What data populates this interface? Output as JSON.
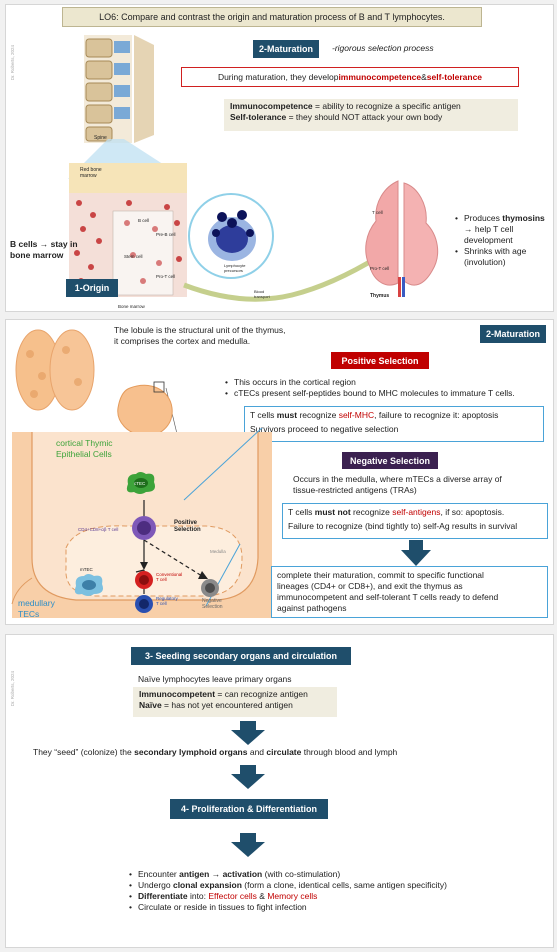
{
  "slide1": {
    "header": "LO6: Compare and contrast the origin and maturation process of B and T lymphocytes.",
    "watermark": "Dr. Roberts, 2024",
    "maturation_title": "2-Maturation",
    "maturation_subtitle": "-rigorous selection process",
    "during_pre": "During maturation, they develop ",
    "during_immuno": "immunocompetence",
    "during_amp": " & ",
    "during_self": "self-tolerance",
    "def1_term": "Immunocompetence",
    "def1_rest": " = ability to recognize a specific antigen",
    "def2_term": "Self-tolerance",
    "def2_rest": " = they should NOT attack your own body",
    "spine_label": "Spine",
    "red_marrow_label": "Red bone marrow",
    "bone_marrow_label": "Bone marrow",
    "marrow_small_labels": [
      "B cell",
      "Pre-B cell",
      "Stem cell",
      "Pro-T cell"
    ],
    "lymphocyte_label": "Lymphocyte precursors",
    "blood_label": "Blood transport",
    "tcell_label": "T cell",
    "protcell_label": "Pro-T cell",
    "thymus_label": "Thymus",
    "bcells_line1": "B cells → stay in",
    "bcells_line2": "bone marrow",
    "origin_label": "1-Origin",
    "thymus_bullet1_pre": "Produces ",
    "thymus_bullet1_b": "thymosins",
    "thymus_bullet1_rest1": "→ help T cell",
    "thymus_bullet1_rest2": "development",
    "thymus_bullet2_a": "Shrinks with age",
    "thymus_bullet2_b": "(involution)"
  },
  "slide2": {
    "lobule_line1": "The lobule is the structural unit of the thymus,",
    "lobule_line2": "it comprises the cortex and medulla.",
    "maturation_label": "2-Maturation",
    "positive_title": "Positive Selection",
    "pos_bullet1": "This occurs in the cortical region",
    "pos_bullet2": "cTECs present self-peptides bound to MHC molecules to immature T cells.",
    "box1_pre": "T cells ",
    "box1_must": "must",
    "box1_mid": " recognize ",
    "box1_selfmhc": "self-MHC",
    "box1_post": ", failure to recognize it: apoptosis",
    "box1_line2": "Survivors proceed to negative selection",
    "cortical_line1": "cortical Thymic",
    "cortical_line2": "Epithelial Cells",
    "ctec_label": "cTEC",
    "cd_label": "CD4+CD8+αβ T cell",
    "pos_sel_line1": "Positive",
    "pos_sel_line2": "Selection",
    "medulla_label": "Medulla",
    "mtec_label": "mTEC",
    "conv_line1": "Conventional",
    "conv_line2": "T cell",
    "reg_line1": "Regulatory",
    "reg_line2": "T cell",
    "neg_sel_line1": "Negative",
    "neg_sel_line2": "Selection",
    "medullary_line1": "medullary",
    "medullary_line2": "TECs",
    "negative_title": "Negative Selection",
    "neg_text1": "Occurs in the medulla, where mTECs a diverse array of",
    "neg_text2": "tissue-restricted antigens (TRAs)",
    "box2_pre": "T cells ",
    "box2_mustnot": "must not",
    "box2_mid": " recognize ",
    "box2_selfag": "self-antigens",
    "box2_post": ", if so: apoptosis.",
    "box2_line2": "Failure to recognize (bind tightly to) self-Ag results in survival",
    "box3_line1": "complete their maturation, commit to specific functional",
    "box3_line2": "lineages (CD4+ or CD8+), and exit the thymus as",
    "box3_line3": "immunocompetent and self-tolerant T cells ready to defend",
    "box3_line4": "against pathogens"
  },
  "slide3": {
    "watermark": "Dr. Roberts, 2024",
    "seed_title": "3- Seeding secondary organs and circulation",
    "naive_leave": "Naïve lymphocytes leave primary organs",
    "immuno_term": "Immunocompetent",
    "immuno_rest": " = can recognize antigen",
    "naive_term": "Naïve",
    "naive_rest": " = has not yet encountered antigen",
    "seed_pre": "They “seed” (colonize) the ",
    "seed_b1": "secondary lymphoid organs",
    "seed_mid": " and ",
    "seed_b2": "circulate",
    "seed_post": " through blood and lymph",
    "prolif_title": "4- Proliferation & Differentiation",
    "b1_pre": "Encounter ",
    "b1_b": "antigen → activation",
    "b1_post": " (with co-stimulation)",
    "b2_pre": "Undergo ",
    "b2_b": "clonal expansion",
    "b2_post": " (form a clone, identical cells, same antigen specificity)",
    "b3_b": "Differentiate",
    "b3_mid": " into: ",
    "b3_red1": "Effector cells",
    "b3_amp": " & ",
    "b3_red2": "Memory cells",
    "b4": "Circulate or reside in tissues to fight infection"
  }
}
